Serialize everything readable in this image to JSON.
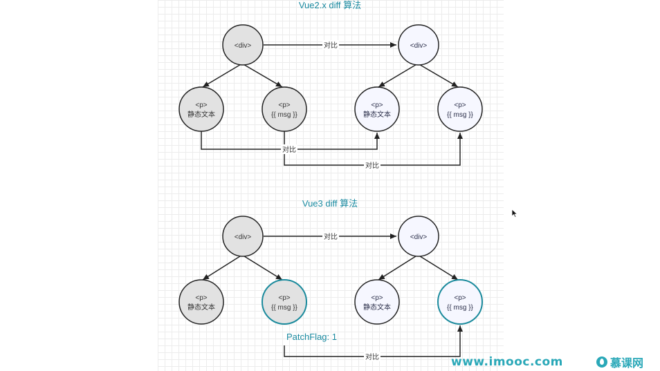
{
  "diagram": {
    "title_v2": "Vue2.x diff 算法",
    "title_v3": "Vue3 diff 算法",
    "node_div": "<div>",
    "node_p": "<p>",
    "static_text": "静态文本",
    "msg_text": "{{ msg }}",
    "compare_label": "对比",
    "patch_flag": "PatchFlag: 1",
    "colors": {
      "old_node_fill": "#e2e2e2",
      "new_node_fill": "#f6f7ff",
      "highlight_stroke": "#1a8a9c",
      "accent_text": "#1a8aa0"
    }
  },
  "footer": {
    "site": "www.imooc.com",
    "brand": "慕课网",
    "brand_icon": "flame-icon"
  }
}
